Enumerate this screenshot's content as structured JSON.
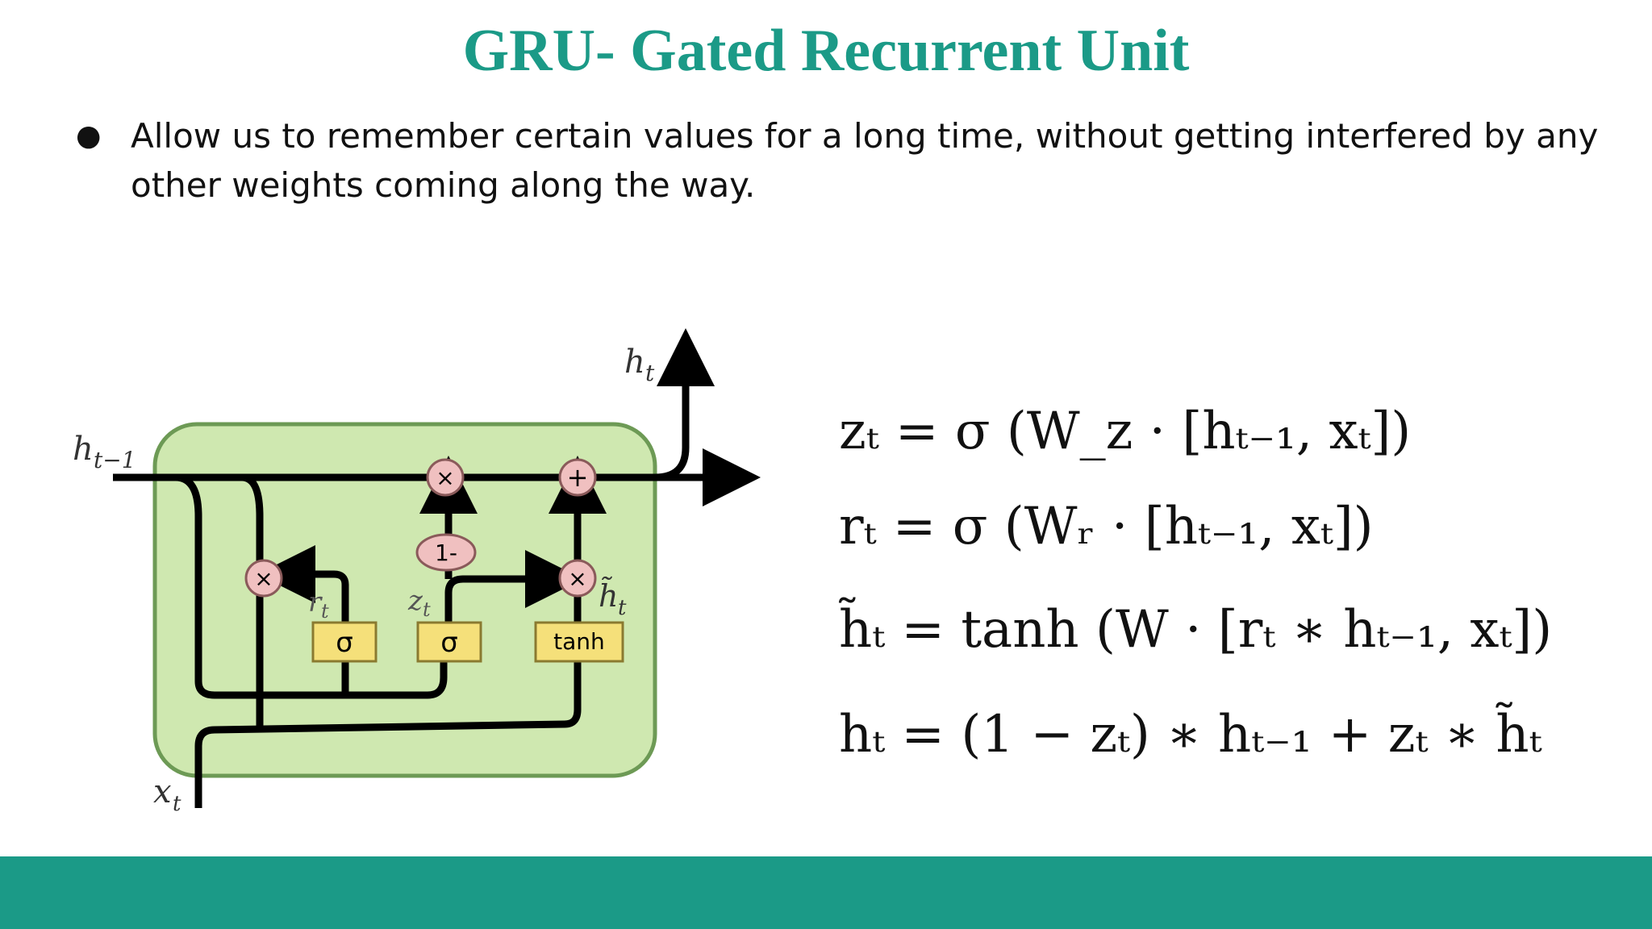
{
  "slide": {
    "title": "GRU- Gated Recurrent Unit",
    "bullet_symbol": "●",
    "bullet_text_line1": "Allow us to remember certain values for a long time, without getting interfered by any",
    "bullet_text_line2": "other weights coming along the way."
  },
  "diagram": {
    "labels": {
      "h_out": "h",
      "h_out_sub": "t",
      "h_prev": "h",
      "h_prev_sub": "t−1",
      "x_in": "x",
      "x_in_sub": "t",
      "r_gate": "r",
      "r_gate_sub": "t",
      "z_gate": "z",
      "z_gate_sub": "t",
      "h_tilde": "h̃",
      "h_tilde_sub": "t"
    },
    "ops": {
      "multiply": "×",
      "add": "+",
      "one_minus": "1-",
      "sigma": "σ",
      "tanh": "tanh"
    },
    "colors": {
      "cell_fill": "#cfe8b0",
      "cell_stroke": "#6d9a55",
      "op_fill": "#f0c0c0",
      "layer_fill": "#f5e07a",
      "line": "#000000"
    }
  },
  "equations": [
    "zₜ = σ (W_z · [hₜ₋₁, xₜ])",
    "rₜ = σ (Wᵣ · [hₜ₋₁, xₜ])",
    "h̃ₜ = tanh (W · [rₜ ∗ hₜ₋₁, xₜ])",
    "hₜ = (1 − zₜ) ∗ hₜ₋₁ + zₜ ∗ h̃ₜ"
  ],
  "colors": {
    "accent": "#1b9a87"
  }
}
